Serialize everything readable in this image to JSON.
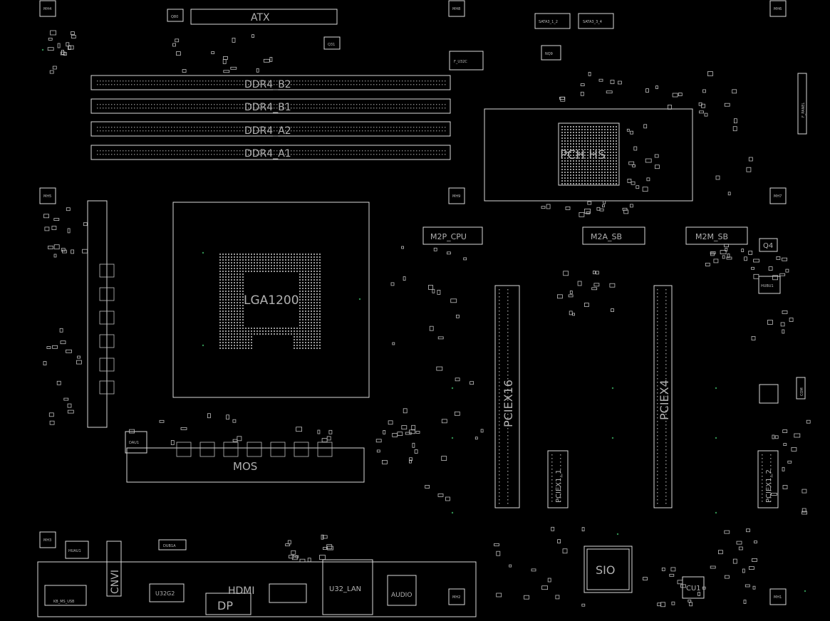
{
  "colors": {
    "background": "#000000",
    "outline": "#d9d9d9",
    "label": "#b0b0b0",
    "via": "#2f8f4f"
  },
  "labels": {
    "atx": "ATX",
    "ddr4_b2": "DDR4_B2",
    "ddr4_b1": "DDR4_B1",
    "ddr4_a2": "DDR4_A2",
    "ddr4_a1": "DDR4_A1",
    "lga1200": "LGA1200",
    "pch": "PCH HS",
    "m2p_cpu": "M2P_CPU",
    "m2a_sb": "M2A_SB",
    "m2m_sb": "M2M_SB",
    "pciex16": "PCIEX16",
    "pciex4": "PCIEX4",
    "pciex1_1": "PCIEX1_1",
    "pciex1_2": "PCIEX1_2",
    "mos": "MOS",
    "sio": "SIO",
    "cnvi": "CNVI",
    "dp": "DP",
    "hdmi": "HDMI",
    "u32g2": "U32G2",
    "u32_lan": "U32_LAN",
    "audio": "AUDIO",
    "q4": "Q4",
    "q31": "Q31",
    "q80": "Q80",
    "nq9": "NQ9",
    "f_u32c": "F_U32C",
    "cu1": "CU1",
    "dau1": "DAU1",
    "hub1": "HUBU1",
    "huau1": "HUAU1",
    "dub1a": "DUB1A",
    "ls_usb": "KB_MS_USB",
    "com": "COM",
    "f_panel": "F_PANEL",
    "sata1": "SATA3_1_2",
    "sata2": "SATA3_3_4",
    "h1": "MH1",
    "h2": "MH2",
    "h3": "MH3",
    "h4": "MH4",
    "h5": "MH5",
    "h6": "MH6",
    "h7": "MH7",
    "h8": "MH8",
    "h9": "MH9"
  }
}
